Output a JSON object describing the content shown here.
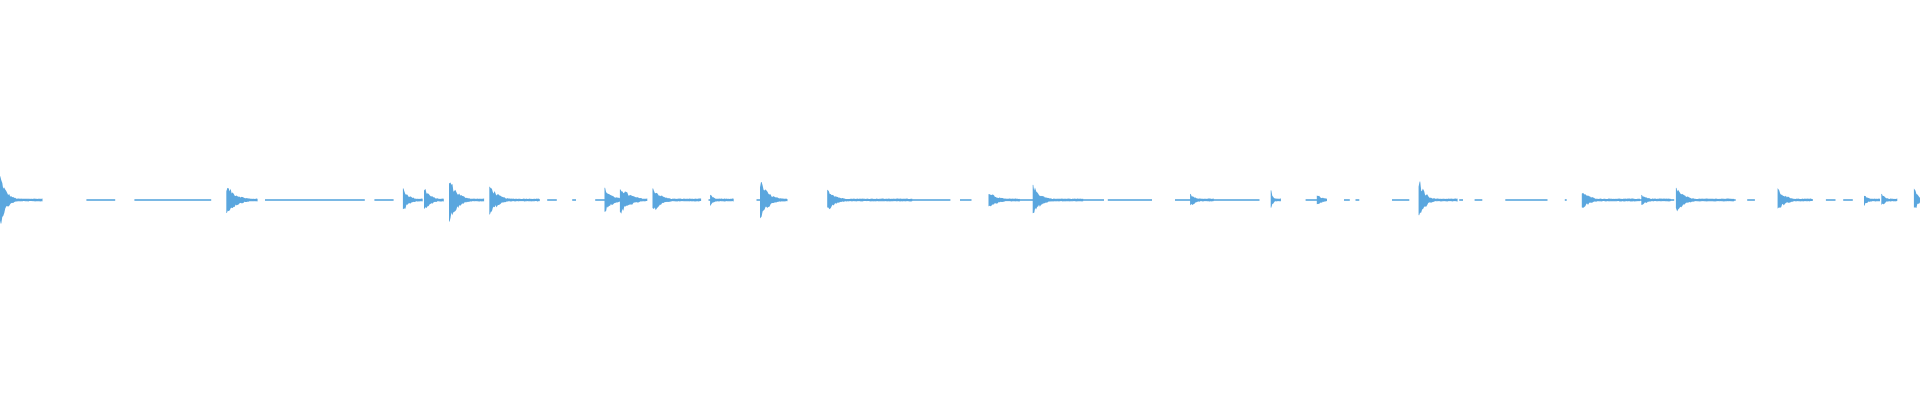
{
  "waveform": {
    "color": "#5aa6de",
    "events": [
      {
        "time": 0.0,
        "amp": 1.0,
        "decay": 0.003,
        "tail": 0.022
      },
      {
        "time": 0.118,
        "amp": 0.55,
        "decay": 0.005,
        "tail": 0.016
      },
      {
        "time": 0.21,
        "amp": 0.45,
        "decay": 0.003,
        "tail": 0.01
      },
      {
        "time": 0.221,
        "amp": 0.5,
        "decay": 0.003,
        "tail": 0.01
      },
      {
        "time": 0.234,
        "amp": 0.85,
        "decay": 0.004,
        "tail": 0.018
      },
      {
        "time": 0.255,
        "amp": 0.6,
        "decay": 0.004,
        "tail": 0.026
      },
      {
        "time": 0.315,
        "amp": 0.45,
        "decay": 0.004,
        "tail": 0.01
      },
      {
        "time": 0.323,
        "amp": 0.55,
        "decay": 0.005,
        "tail": 0.014
      },
      {
        "time": 0.34,
        "amp": 0.5,
        "decay": 0.004,
        "tail": 0.025
      },
      {
        "time": 0.37,
        "amp": 0.2,
        "decay": 0.002,
        "tail": 0.012
      },
      {
        "time": 0.396,
        "amp": 0.75,
        "decay": 0.004,
        "tail": 0.014
      },
      {
        "time": 0.431,
        "amp": 0.45,
        "decay": 0.004,
        "tail": 0.044
      },
      {
        "time": 0.515,
        "amp": 0.35,
        "decay": 0.004,
        "tail": 0.016
      },
      {
        "time": 0.538,
        "amp": 0.55,
        "decay": 0.004,
        "tail": 0.026
      },
      {
        "time": 0.62,
        "amp": 0.25,
        "decay": 0.003,
        "tail": 0.012
      },
      {
        "time": 0.662,
        "amp": 0.38,
        "decay": 0.001,
        "tail": 0.005
      },
      {
        "time": 0.686,
        "amp": 0.2,
        "decay": 0.003,
        "tail": 0.005
      },
      {
        "time": 0.739,
        "amp": 0.8,
        "decay": 0.003,
        "tail": 0.02
      },
      {
        "time": 0.824,
        "amp": 0.35,
        "decay": 0.004,
        "tail": 0.03
      },
      {
        "time": 0.855,
        "amp": 0.22,
        "decay": 0.003,
        "tail": 0.015
      },
      {
        "time": 0.873,
        "amp": 0.5,
        "decay": 0.004,
        "tail": 0.03
      },
      {
        "time": 0.926,
        "amp": 0.4,
        "decay": 0.004,
        "tail": 0.018
      },
      {
        "time": 0.971,
        "amp": 0.2,
        "decay": 0.002,
        "tail": 0.008
      },
      {
        "time": 0.98,
        "amp": 0.25,
        "decay": 0.002,
        "tail": 0.008
      },
      {
        "time": 0.997,
        "amp": 0.45,
        "decay": 0.002,
        "tail": 0.004
      }
    ],
    "quiet_segments": [
      [
        0.045,
        0.06
      ],
      [
        0.07,
        0.11
      ],
      [
        0.138,
        0.19
      ],
      [
        0.195,
        0.205
      ],
      [
        0.285,
        0.29
      ],
      [
        0.298,
        0.3
      ],
      [
        0.31,
        0.315
      ],
      [
        0.369,
        0.375
      ],
      [
        0.394,
        0.4
      ],
      [
        0.47,
        0.495
      ],
      [
        0.5,
        0.506
      ],
      [
        0.516,
        0.524
      ],
      [
        0.53,
        0.546
      ],
      [
        0.56,
        0.575
      ],
      [
        0.577,
        0.6
      ],
      [
        0.612,
        0.622
      ],
      [
        0.622,
        0.656
      ],
      [
        0.68,
        0.69
      ],
      [
        0.7,
        0.703
      ],
      [
        0.706,
        0.708
      ],
      [
        0.725,
        0.734
      ],
      [
        0.74,
        0.742
      ],
      [
        0.76,
        0.762
      ],
      [
        0.768,
        0.772
      ],
      [
        0.784,
        0.806
      ],
      [
        0.815,
        0.816
      ],
      [
        0.854,
        0.858
      ],
      [
        0.87,
        0.872
      ],
      [
        0.9,
        0.904
      ],
      [
        0.91,
        0.914
      ],
      [
        0.951,
        0.956
      ],
      [
        0.96,
        0.965
      ]
    ]
  }
}
